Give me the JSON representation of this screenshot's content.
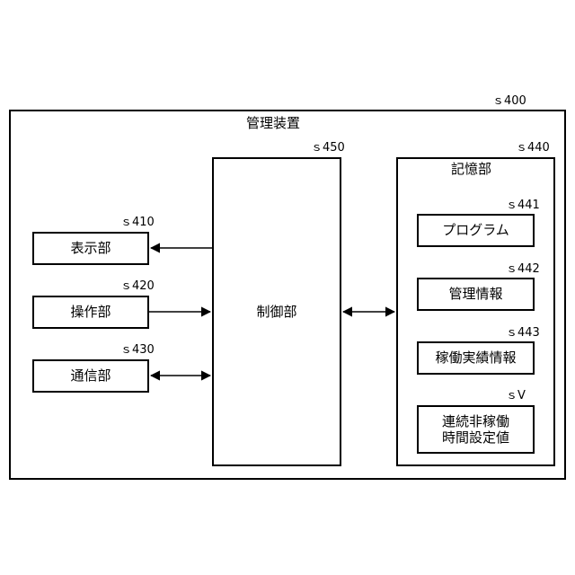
{
  "system": {
    "label": "管理装置",
    "ref": "400"
  },
  "control": {
    "label": "制御部",
    "ref": "450"
  },
  "storage": {
    "label": "記憶部",
    "ref": "440"
  },
  "display": {
    "label": "表示部",
    "ref": "410"
  },
  "operation": {
    "label": "操作部",
    "ref": "420"
  },
  "communication": {
    "label": "通信部",
    "ref": "430"
  },
  "program": {
    "label": "プログラム",
    "ref": "441"
  },
  "management_info": {
    "label": "管理情報",
    "ref": "442"
  },
  "operation_record": {
    "label": "稼働実績情報",
    "ref": "443"
  },
  "threshold": {
    "line1": "連続非稼働",
    "line2": "時間設定値",
    "ref": "V"
  },
  "ref_mark": "ｓ"
}
